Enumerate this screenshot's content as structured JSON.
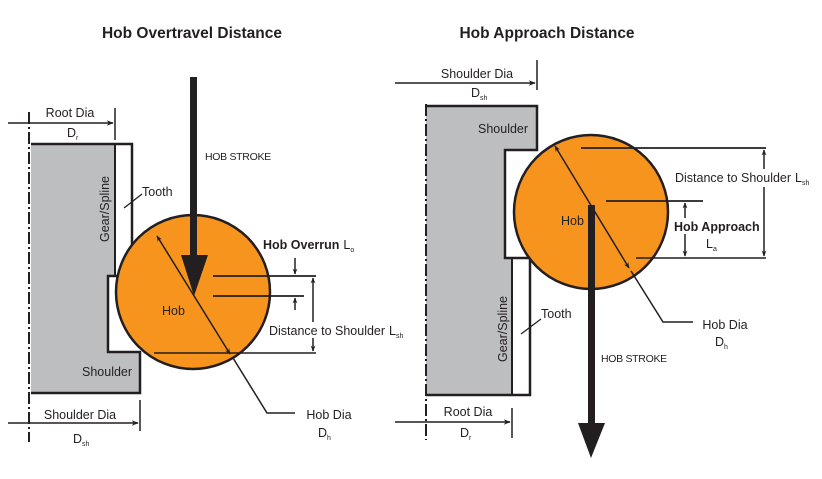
{
  "colors": {
    "hob_fill": "#f7941d",
    "part_fill": "#bcbec0",
    "line": "#231f20",
    "background": "#ffffff"
  },
  "overtravel": {
    "title": "Hob Overtravel Distance",
    "root_dia": {
      "label": "Root Dia",
      "symbol": "D",
      "subscript": "r"
    },
    "shoulder_dia": {
      "label": "Shoulder Dia",
      "symbol": "D",
      "subscript": "sh"
    },
    "gear_spline": "Gear/Spline",
    "tooth": "Tooth",
    "shoulder": "Shoulder",
    "hob": "Hob",
    "hob_stroke": "HOB STROKE",
    "hob_overrun": {
      "label": "Hob Overrun",
      "symbol": "L",
      "subscript": "o"
    },
    "distance_to_shoulder": {
      "label": "Distance to Shoulder",
      "symbol": "L",
      "subscript": "sh"
    },
    "hob_dia": {
      "label": "Hob Dia",
      "symbol": "D",
      "subscript": "h"
    }
  },
  "approach": {
    "title": "Hob Approach Distance",
    "shoulder_dia": {
      "label": "Shoulder Dia",
      "symbol": "D",
      "subscript": "sh"
    },
    "root_dia": {
      "label": "Root Dia",
      "symbol": "D",
      "subscript": "r"
    },
    "gear_spline": "Gear/Spline",
    "tooth": "Tooth",
    "shoulder": "Shoulder",
    "hob": "Hob",
    "hob_stroke": "HOB STROKE",
    "hob_approach": {
      "label": "Hob Approach",
      "symbol": "L",
      "subscript": "a"
    },
    "distance_to_shoulder": {
      "label": "Distance to Shoulder",
      "symbol": "L",
      "subscript": "sh"
    },
    "hob_dia": {
      "label": "Hob Dia",
      "symbol": "D",
      "subscript": "h"
    }
  }
}
